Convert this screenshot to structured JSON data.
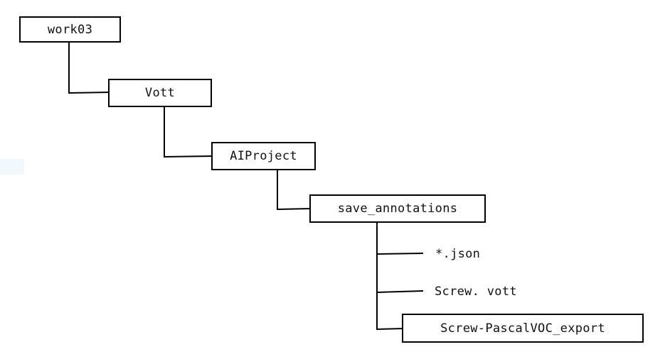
{
  "tree": {
    "root": {
      "label": "work03"
    },
    "vott": {
      "label": "Vott"
    },
    "aiproject": {
      "label": "AIProject"
    },
    "save_annotations": {
      "label": "save_annotations"
    },
    "children": [
      {
        "label": "*.json"
      },
      {
        "label": "Screw. vott"
      },
      {
        "label": "Screw-PascalVOC_export"
      }
    ]
  }
}
